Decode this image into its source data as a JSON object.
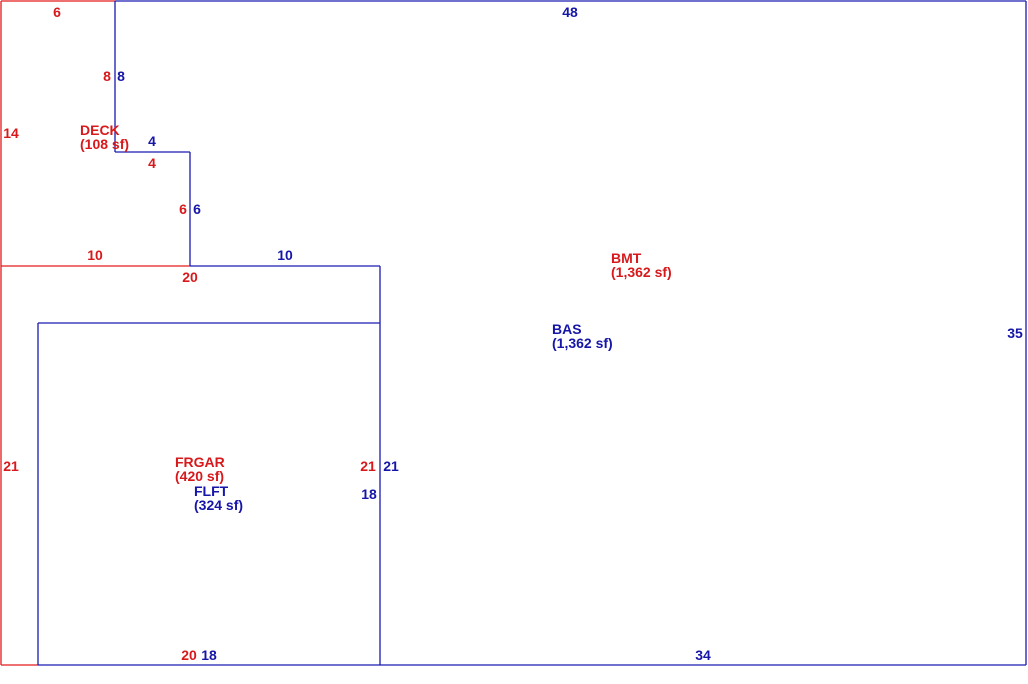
{
  "colors": {
    "red": "#d7191c",
    "blue": "#1515a8"
  },
  "areas": {
    "deck": {
      "name": "DECK",
      "area": "(108 sf)"
    },
    "bmt": {
      "name": "BMT",
      "area": "(1,362 sf)"
    },
    "bas": {
      "name": "BAS",
      "area": "(1,362 sf)"
    },
    "frgar": {
      "name": "FRGAR",
      "area": "(420 sf)"
    },
    "flft": {
      "name": "FLFT",
      "area": "(324 sf)"
    }
  },
  "dimensions": {
    "red_top_6": "6",
    "blue_top_48": "48",
    "red_left_8": "8",
    "blue_left_8": "8",
    "red_left_14": "14",
    "blue_step_4": "4",
    "red_step_4": "4",
    "red_step_6": "6",
    "blue_step_6": "6",
    "red_mid_10": "10",
    "blue_mid_10": "10",
    "red_mid_20": "20",
    "blue_right_35": "35",
    "red_left_21": "21",
    "red_inner_21": "21",
    "blue_inner_21": "21",
    "blue_inner_18": "18",
    "red_bottom_20": "20",
    "blue_bottom_18": "18",
    "blue_bottom_34": "34"
  }
}
